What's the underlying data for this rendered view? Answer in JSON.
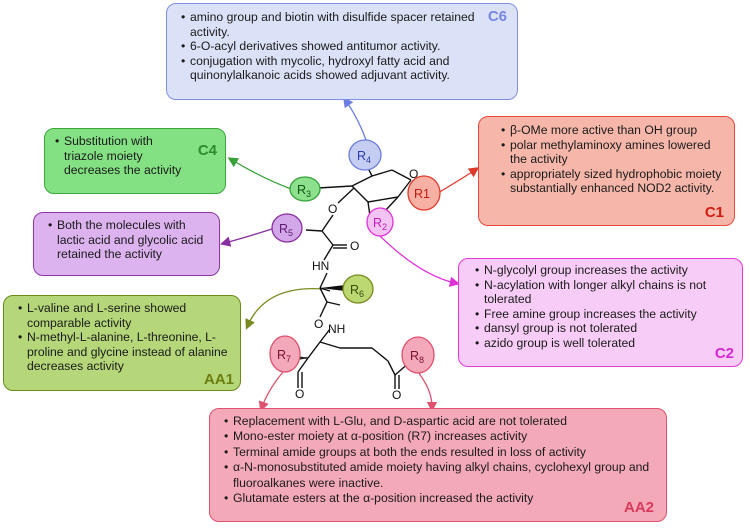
{
  "boxes": {
    "c6": {
      "tag": "C6",
      "items": [
        "amino group and biotin with disulfide spacer retained activity.",
        "6-O-acyl derivatives showed antitumor activity.",
        "conjugation with mycolic, hydroxyl fatty acid and quinonylalkanoic acids showed adjuvant activity."
      ]
    },
    "c4": {
      "tag": "C4",
      "items": [
        "Substitution with triazole moiety decreases the activity"
      ]
    },
    "c1": {
      "tag": "C1",
      "items": [
        "β-OMe more active than OH group",
        "polar methylaminoxy amines lowered the activity",
        "appropriately sized hydrophobic moiety substantially enhanced NOD2 activity."
      ]
    },
    "r5box": {
      "items": [
        "Both the molecules with lactic acid and glycolic acid retained the activity"
      ]
    },
    "c2": {
      "tag": "C2",
      "items": [
        "N-glycolyl group increases the activity",
        "N-acylation with longer alkyl chains is not tolerated",
        "Free amine group increases the activity",
        "dansyl group is not tolerated",
        "azido group is well tolerated"
      ]
    },
    "aa1": {
      "tag": "AA1",
      "items": [
        "L-valine and L-serine showed comparable activity",
        "N-methyl-L-alanine, L-threonine, L-proline and glycine instead of alanine decreases activity"
      ]
    },
    "aa2": {
      "tag": "AA2",
      "items": [
        "Replacement with L-Glu, and D-aspartic acid are not tolerated",
        "Mono-ester moiety at α-position (R7) increases activity",
        "Terminal amide groups at both the ends resulted in loss of activity",
        "α-N-monosubstituted amide moiety having alkyl chains, cyclohexyl group and fluoroalkanes were inactive.",
        "Glutamate esters at the α-position increased the activity"
      ]
    }
  },
  "molecule": {
    "r1": "R1",
    "r2": "R",
    "r2_sub": "2",
    "r3": "R",
    "r3_sub": "3",
    "r4": "R",
    "r4_sub": "4",
    "r5": "R",
    "r5_sub": "5",
    "r6": "R",
    "r6_sub": "6",
    "r7": "R",
    "r7_sub": "7",
    "r8": "R",
    "r8_sub": "8",
    "ring_o": "O",
    "ether_o": "O",
    "carbonyl_o1": "O",
    "carbonyl_o2": "O",
    "carbonyl_o3": "O",
    "carbonyl_o4": "O",
    "hn1": "HN",
    "nh2": "NH"
  },
  "colors": {
    "c6": "#7f8fe6",
    "c4": "#44b53f",
    "c1": "#e84a3a",
    "r5": "#8e36a6",
    "c2": "#e23adf",
    "aa1": "#6b8b17",
    "aa2": "#e0506f"
  }
}
